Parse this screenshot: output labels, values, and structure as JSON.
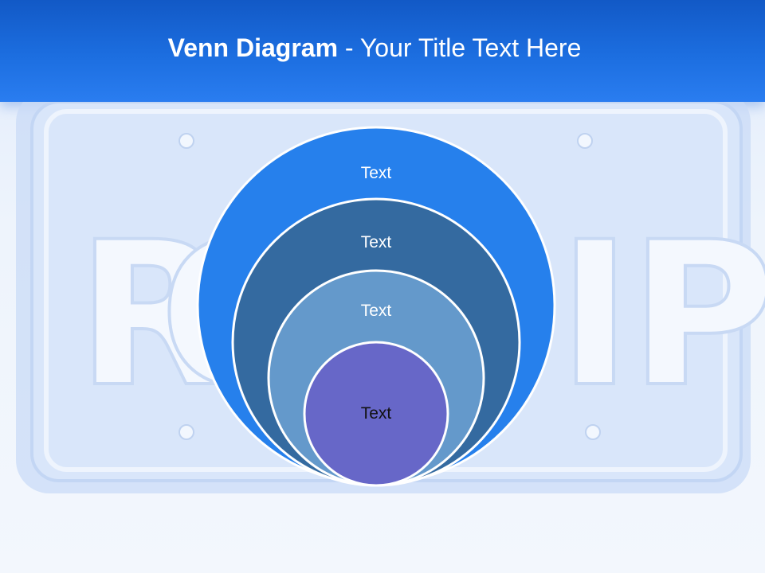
{
  "slide": {
    "title_bold": "Venn Diagram",
    "title_rest": " - Your Title Text Here"
  },
  "background": {
    "plate_text": [
      "R",
      "O",
      "I",
      "P"
    ]
  },
  "venn": {
    "circles": [
      {
        "label": "Text",
        "color": "#2680ec"
      },
      {
        "label": "Text",
        "color": "#346aa0"
      },
      {
        "label": "Text",
        "color": "#6499cb"
      },
      {
        "label": "Text",
        "color": "#6767c8"
      }
    ],
    "outline_color": "#ffffff",
    "label_colors": [
      "#ffffff",
      "#ffffff",
      "#ffffff",
      "#111111"
    ]
  },
  "colors": {
    "header": "#1c6ee0",
    "background": "#eef4fc"
  }
}
